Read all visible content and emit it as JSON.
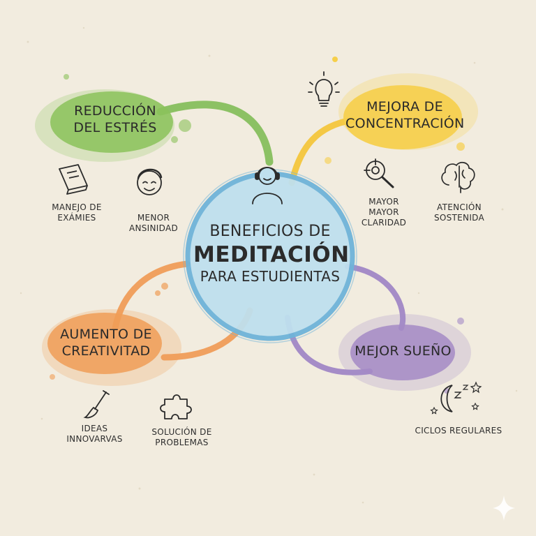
{
  "center": {
    "line1": "BENEFICIOS DE",
    "line2": "MEDITACIÓN",
    "line3": "PARA ESTUDIENTAS"
  },
  "branches": [
    {
      "key": "stress",
      "title_lines": [
        "REDUCCIÓN",
        "DEL ESTRÉS"
      ],
      "color": "#7dba4f",
      "children": [
        {
          "lines": [
            "MANEJO DE",
            "EXÁMIES"
          ],
          "icon": "book-icon"
        },
        {
          "lines": [
            "MENOR ANSINIDAD"
          ],
          "icon": "smiling-face-icon"
        }
      ]
    },
    {
      "key": "focus",
      "title_lines": [
        "MEJORA DE",
        "CONCENTRACIÓN"
      ],
      "color": "#f2c53a",
      "icon": "lightbulb-icon",
      "children": [
        {
          "lines": [
            "MAYOR",
            "MAYOR CLARIDAD"
          ],
          "icon": "target-magnifier-icon"
        },
        {
          "lines": [
            "ATENCIÓN",
            "SOSTENIDA"
          ],
          "icon": "brain-icon"
        }
      ]
    },
    {
      "key": "creativity",
      "title_lines": [
        "AUMENTO DE",
        "CREATIVITAD"
      ],
      "color": "#ee9a52",
      "children": [
        {
          "lines": [
            "IDEAS",
            "INNOVARVAS"
          ],
          "icon": "brush-icon"
        },
        {
          "lines": [
            "SOLUCIÓN DE",
            "PROBLEMAS"
          ],
          "icon": "puzzle-piece-icon"
        }
      ]
    },
    {
      "key": "sleep",
      "title_lines": [
        "MEJOR SUEÑO"
      ],
      "color": "#9b82bf",
      "children": [
        {
          "lines": [
            "CICLOS REGULARES"
          ],
          "icon": "moon-stars-icon"
        }
      ]
    }
  ],
  "colors": {
    "background": "#f2ecdf",
    "center_fill": "#bfe0ee",
    "center_ring": "#6fb4d9",
    "ink": "#2b2b2b"
  },
  "center_icon": "student-with-headphones-icon",
  "corner_icon": "sparkle-icon"
}
